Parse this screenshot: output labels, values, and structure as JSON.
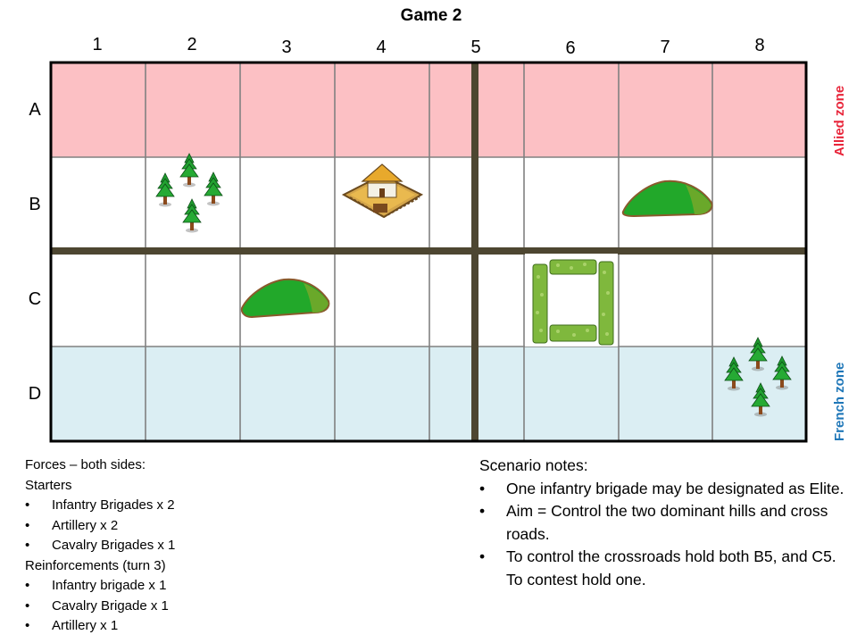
{
  "title": "Game 2",
  "columns": [
    "1",
    "2",
    "3",
    "4",
    "5",
    "6",
    "7",
    "8"
  ],
  "rows": [
    "A",
    "B",
    "C",
    "D"
  ],
  "zones": {
    "allied": {
      "label": "Allied  zone",
      "color": "#e8253a"
    },
    "french": {
      "label": "French zone",
      "color": "#1f77b8"
    }
  },
  "colors": {
    "allied_fill": "#fcc0c4",
    "french_fill": "#dbeef3",
    "grid_line": "#808080",
    "road": "#4d4631"
  },
  "terrain": [
    {
      "cell": "B2",
      "icon": "forest-icon"
    },
    {
      "cell": "B4",
      "icon": "farm-icon"
    },
    {
      "cell": "B7",
      "icon": "hill-icon"
    },
    {
      "cell": "C3",
      "icon": "hill-icon"
    },
    {
      "cell": "C6",
      "icon": "hedge-enclosure-icon"
    },
    {
      "cell": "D8",
      "icon": "forest-icon"
    }
  ],
  "forces": {
    "heading": "Forces – both sides:",
    "starters_heading": "Starters",
    "starters": [
      "Infantry Brigades x 2",
      "Artillery x 2",
      "Cavalry Brigades x 1"
    ],
    "reinforcements_heading": "Reinforcements (turn 3)",
    "reinforcements": [
      "Infantry brigade x 1",
      "Cavalry Brigade x 1",
      "Artillery x 1"
    ]
  },
  "scenario": {
    "heading": "Scenario notes:",
    "notes": [
      "One infantry brigade may be designated as Elite.",
      "Aim = Control the two dominant hills and cross roads.",
      "To control the crossroads hold both B5, and C5. To contest hold one."
    ]
  }
}
